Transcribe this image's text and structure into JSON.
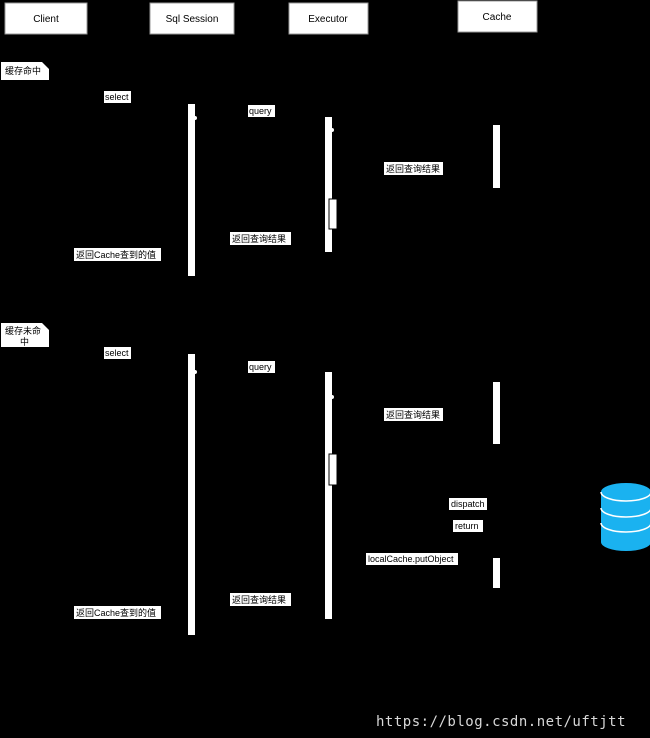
{
  "participants": [
    {
      "id": "client",
      "label": "Client"
    },
    {
      "id": "session",
      "label": "Sql Session"
    },
    {
      "id": "executor",
      "label": "Executor"
    },
    {
      "id": "cache",
      "label": "Cache"
    }
  ],
  "hit_section": {
    "tag": "缓存命中",
    "messages": {
      "select": "select",
      "query": "query",
      "cache_return": "返回查询结果",
      "executor_return": "返回查询结果",
      "client_return": "返回Cache查到的值"
    }
  },
  "miss_section": {
    "tag_line1": "缓存未命",
    "tag_line2": "中",
    "messages": {
      "select": "select",
      "query": "query",
      "cache_return": "返回查询结果",
      "dispatch": "dispatch",
      "return": "return",
      "put_object": "localCache.putObject",
      "executor_return": "返回查询结果",
      "client_return": "返回Cache查到的值"
    }
  },
  "database": {
    "icon": "database-icon",
    "color": "#1ab2f0"
  },
  "watermark": "https://blog.csdn.net/uftjtt",
  "colors": {
    "background": "#000000",
    "bar": "#ffffff",
    "accent": "#1ab2f0"
  }
}
